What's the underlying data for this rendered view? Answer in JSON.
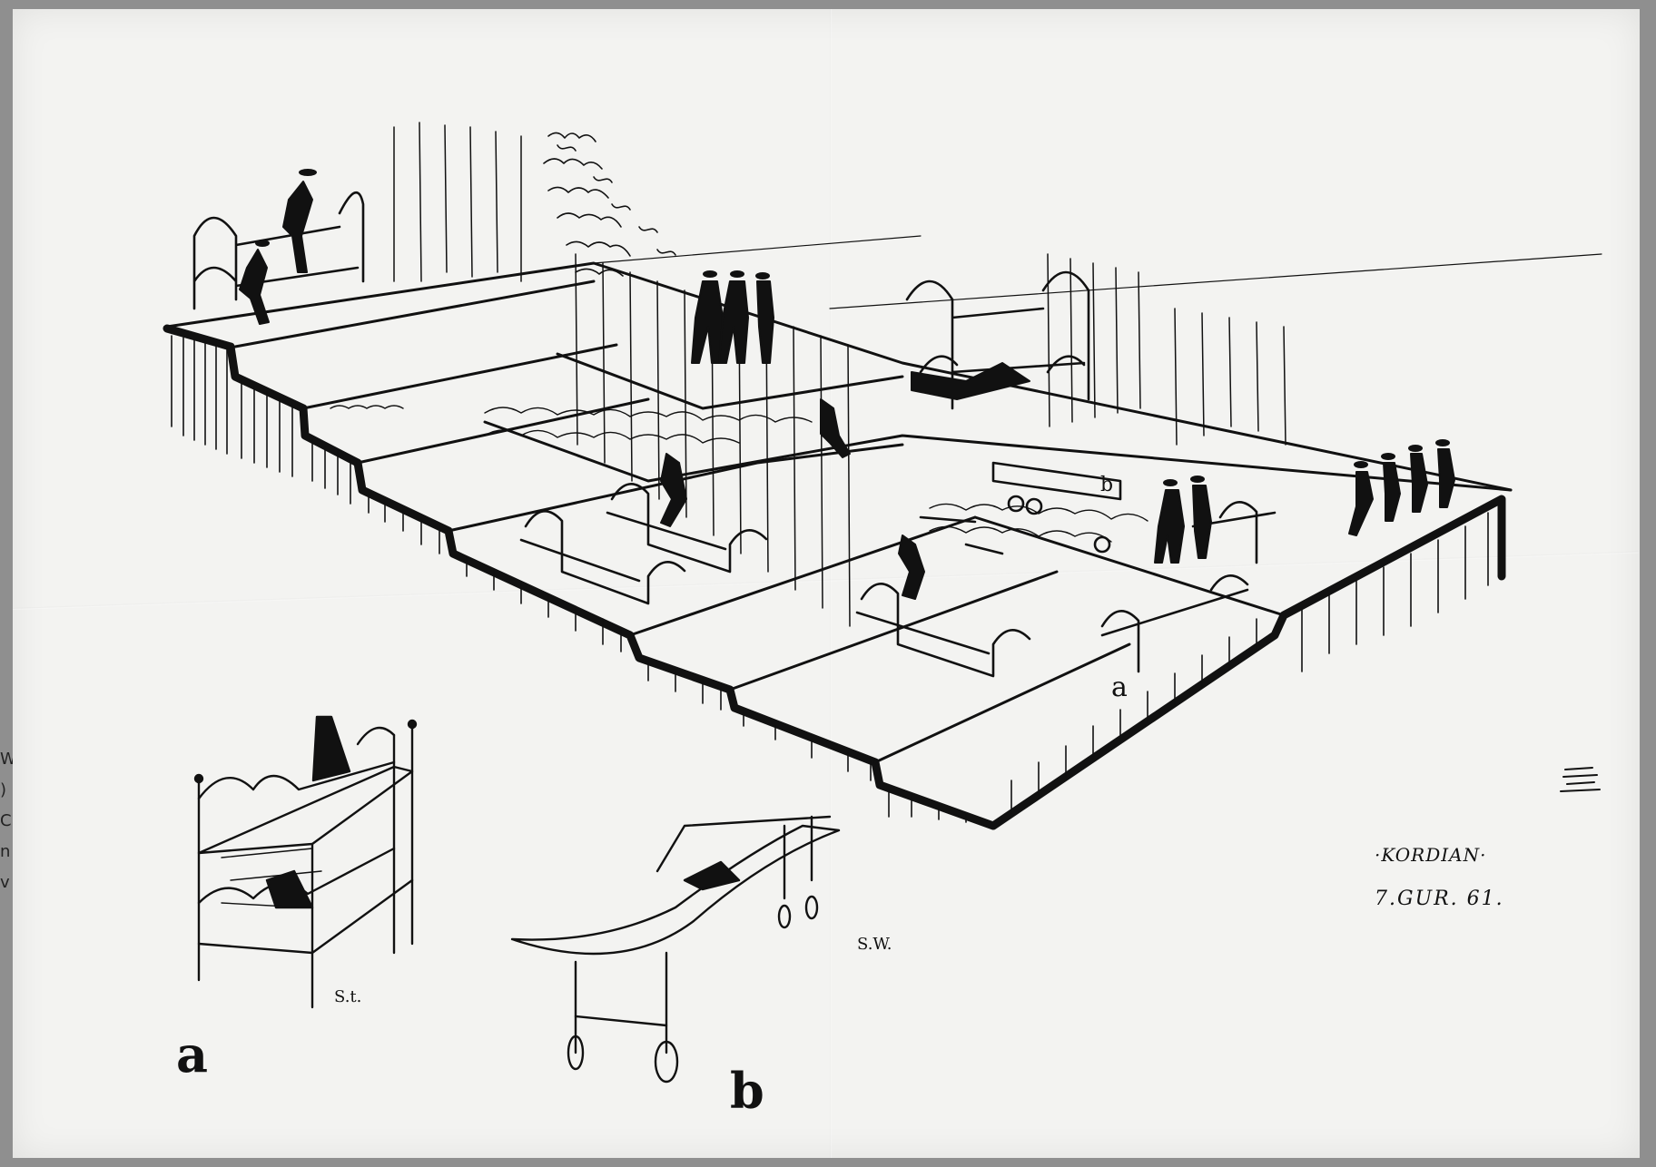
{
  "annotations": {
    "label_a": "a",
    "label_b": "b",
    "mini_label_a": "a",
    "mini_label_b": "b",
    "signature_line1": "·KORDIAN·",
    "signature_line2": "7.GUR. 61.",
    "initials_a": "S.t.",
    "initials_b": "S.W."
  },
  "edge_text": [
    "W",
    ")",
    "C",
    "n",
    "v"
  ],
  "colors": {
    "ink": "#111111",
    "paper": "#f3f3f1",
    "frame": "#8f8f8f"
  }
}
